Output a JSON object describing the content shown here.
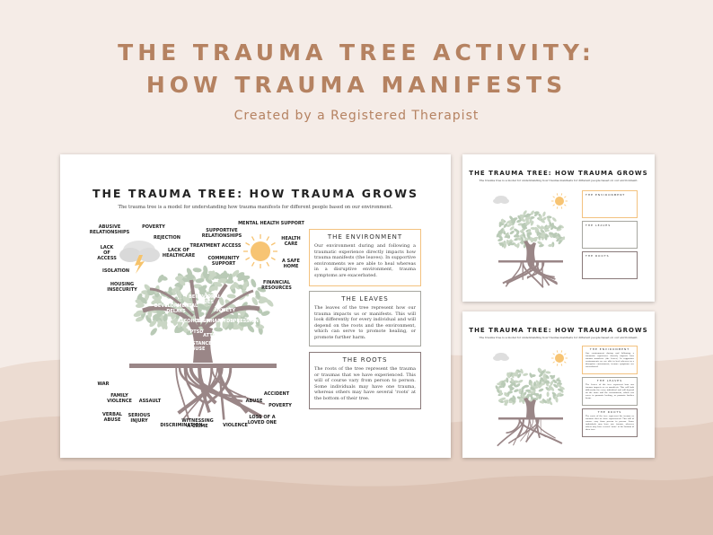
{
  "header": {
    "title_line1": "THE TRAUMA TREE ACTIVITY:",
    "title_line2": "HOW TRAUMA MANIFESTS",
    "subtitle": "Created by a Registered Therapist"
  },
  "sheet": {
    "title": "THE TRAUMA TREE: HOW TRAUMA GROWS",
    "subtitle": "The trauma tree is a model for understanding how trauma manifests for different people based on our environment.",
    "environment_labels": [
      "ABUSIVE\nRELATIONSHIPS",
      "POVERTY",
      "REJECTION",
      "LACK\nOF\nACCESS",
      "LACK OF\nHEALTHCARE",
      "ISOLATION",
      "HOUSING\nINSECURITY",
      "SUPPORTIVE\nRELATIONSHIPS",
      "TREATMENT ACCESS",
      "COMMUNITY\nSUPPORT",
      "MENTAL HEALTH SUPPORT",
      "HEALTH\nCARE",
      "A SAFE\nHOME",
      "FINANCIAL\nRESOURCES"
    ],
    "leaf_labels": [
      "BEHAVIORAL\nISSUES",
      "DEVELOPMENTAL\nDELAYS",
      "ANXIETY",
      "ALCOHOLISM",
      "SELF HARM",
      "DEPRESSION",
      "PTSD",
      "ATTACHMENT\nISSUES",
      "FLASHBACKS",
      "SUBSTANCE\nABUSE"
    ],
    "root_labels": [
      "WAR",
      "FAMILY\nVIOLENCE",
      "ASSAULT",
      "VERBAL\nABUSE",
      "SERIOUS\nINJURY",
      "DISCRIMINATION",
      "WITNESSING\nA CRIME",
      "VIOLENCE",
      "LOSS OF A\nLOVED ONE",
      "ABUSE",
      "ACCIDENT",
      "POVERTY"
    ],
    "sections": [
      {
        "heading": "THE ENVIRONMENT",
        "text": "Our environment during and following a traumatic experience directly impacts how trauma manifests (the leaves). In supportive environments we are able to heal whereas in a disruptive environment, trauma symptoms are exacerbated."
      },
      {
        "heading": "THE LEAVES",
        "text": "The leaves of the tree represent how our trauma impacts us or manifests. This will look differently for every individual and will depend on the roots and the environment, which can serve to promote healing, or promote further harm."
      },
      {
        "heading": "THE ROOTS",
        "text": "The roots of the tree represent the trauma or traumas that we have experienced. This will of course vary from person to person. Some individuals may have one trauma, whereas others may have several 'roots' at the bottom of their tree."
      }
    ]
  },
  "colors": {
    "accent": "#b58261",
    "trunk": "#9a8687",
    "leaves": "#b9cab6",
    "sun": "#f7c473",
    "environment_border": "#f3c27f",
    "leaves_border": "#a7a7a0",
    "roots_border": "#8a7a7a"
  },
  "icons": [
    "cloud-lightning-icon",
    "sun-icon",
    "tree-icon"
  ]
}
